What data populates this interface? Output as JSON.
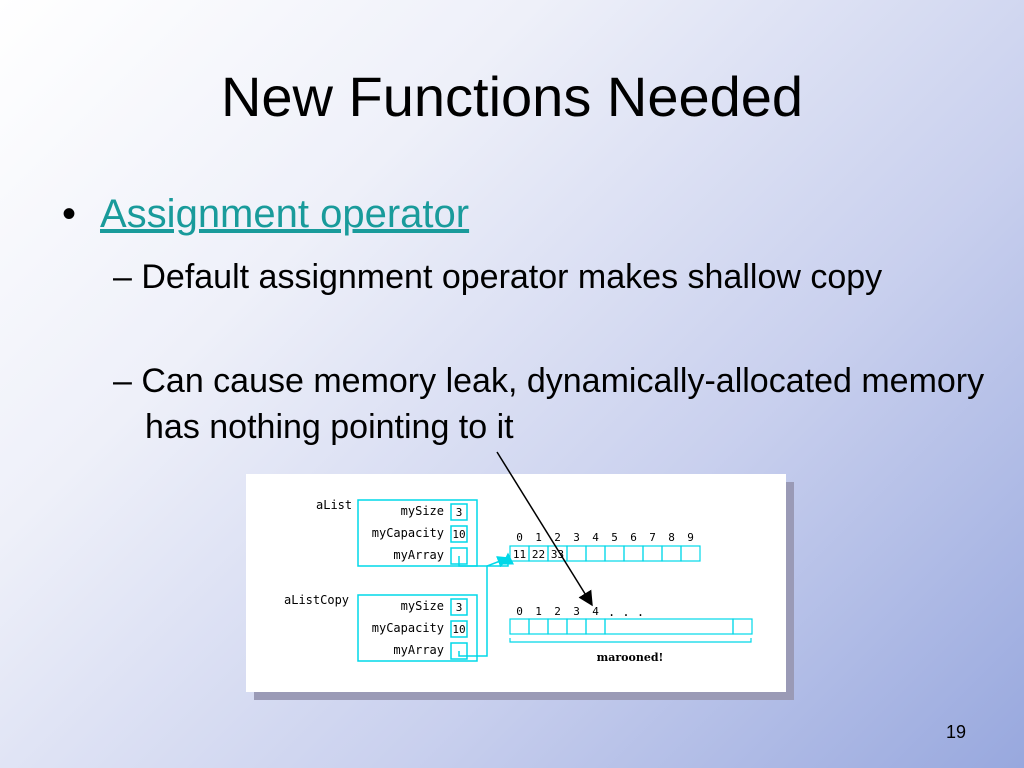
{
  "slide": {
    "title": "New Functions Needed",
    "bullet": {
      "marker": "•",
      "text": "Assignment operator"
    },
    "subbullets": [
      "– Default assignment operator makes shallow copy",
      "– Can cause memory leak, dynamically-allocated memory has nothing pointing to it"
    ],
    "page_number": "19",
    "link_color": "#199b9b"
  },
  "figure": {
    "objects": [
      {
        "name": "aList",
        "fields": [
          {
            "label": "mySize",
            "value": "3"
          },
          {
            "label": "myCapacity",
            "value": "10"
          },
          {
            "label": "myArray",
            "value": ""
          }
        ]
      },
      {
        "name": "aListCopy",
        "fields": [
          {
            "label": "mySize",
            "value": "3"
          },
          {
            "label": "myCapacity",
            "value": "10"
          },
          {
            "label": "myArray",
            "value": ""
          }
        ]
      }
    ],
    "array1": {
      "indices": [
        "0",
        "1",
        "2",
        "3",
        "4",
        "5",
        "6",
        "7",
        "8",
        "9"
      ],
      "values": [
        "11",
        "22",
        "33",
        "",
        "",
        "",
        "",
        "",
        "",
        ""
      ]
    },
    "array2": {
      "indices": [
        "0",
        "1",
        "2",
        "3",
        "4"
      ],
      "ellipsis": ". . .",
      "caption": "marooned!"
    },
    "diagram_color": "#00d8e8"
  }
}
